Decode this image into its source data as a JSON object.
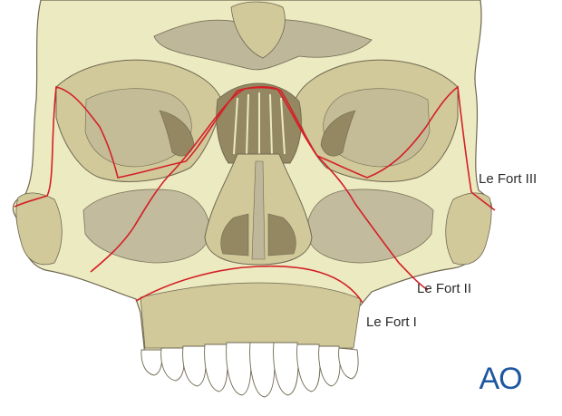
{
  "labels": {
    "le_fort_3": "Le Fort III",
    "le_fort_2": "Le Fort II",
    "le_fort_1": "Le Fort I"
  },
  "logo_text": "AO",
  "colors": {
    "bone": "#eceac1",
    "bone_shadow": "#d1c99a",
    "sinus_gray": "#bfb79a",
    "cavity_dark": "#938861",
    "outline": "#6f6852",
    "fracture_line": "#d42027",
    "logo_blue": "#1e56a0",
    "teeth": "#ffffff"
  },
  "icons": [
    "ao-logo"
  ]
}
